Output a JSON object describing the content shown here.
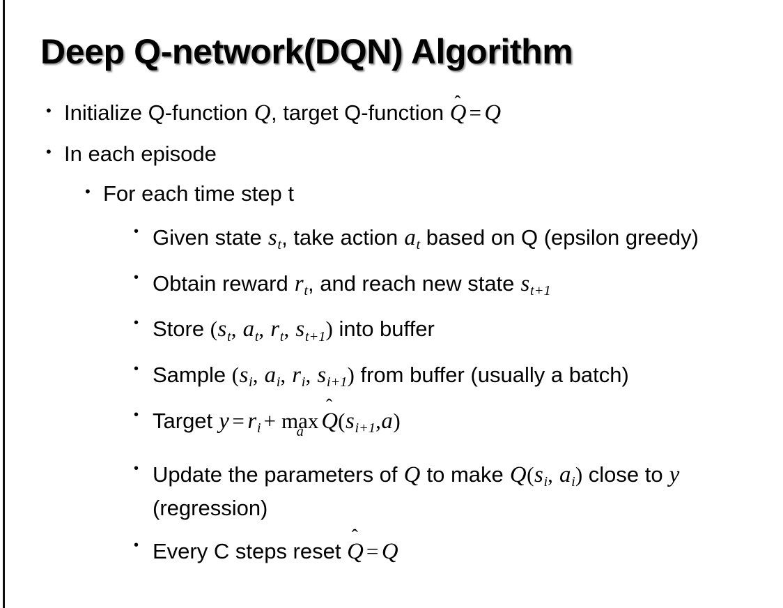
{
  "slide": {
    "title": "Deep Q-network(DQN) Algorithm",
    "background_color": "#ffffff",
    "text_color": "#000000",
    "edge_rule_color": "#0d0d0d"
  },
  "bullets": {
    "b1": {
      "level": 1,
      "marker": "•",
      "plain_text": "Initialize Q-function Q, target Q-function Q̂ = Q",
      "parts": {
        "p1": "Initialize Q-function ",
        "var_q1": "Q",
        "p2": ", target Q-function ",
        "hat_q": "Q",
        "hat_mark": "ˆ",
        "eq": "=",
        "var_q2": "Q"
      }
    },
    "b2": {
      "level": 1,
      "marker": "•",
      "plain_text": "In each episode"
    },
    "b3": {
      "level": 2,
      "marker": "•",
      "plain_text": "For each time step t"
    },
    "b4": {
      "level": 3,
      "marker": "•",
      "plain_text": "Given state s_t, take action a_t based on Q (epsilon greedy)",
      "parts": {
        "p1": "Given state ",
        "var_s": "s",
        "sub_t1": "t",
        "p2": ", take action ",
        "var_a": "a",
        "sub_t2": "t",
        "p3": " based on Q (epsilon greedy)"
      }
    },
    "b5": {
      "level": 3,
      "marker": "•",
      "plain_text": "Obtain reward r_t, and reach new state s_{t+1}",
      "parts": {
        "p1": "Obtain reward ",
        "var_r": "r",
        "sub_t": "t",
        "p2": ", and reach new state ",
        "var_s": "s",
        "sub_t1": "t+1"
      }
    },
    "b6": {
      "level": 3,
      "marker": "•",
      "plain_text": "Store (s_t, a_t, r_t, s_{t+1}) into buffer",
      "parts": {
        "p1": "Store ",
        "paren_open": "(",
        "var_s1": "s",
        "sub_1": "t",
        "comma1": ",",
        "var_a": "a",
        "sub_2": "t",
        "comma2": ",",
        "var_r": "r",
        "sub_3": "t",
        "comma3": ",",
        "var_s2": "s",
        "sub_4": "t+1",
        "paren_close": ")",
        "p2": " into buffer"
      }
    },
    "b7": {
      "level": 3,
      "marker": "•",
      "plain_text": "Sample (s_i, a_i, r_i, s_{i+1}) from buffer (usually a batch)",
      "parts": {
        "p1": "Sample ",
        "paren_open": "(",
        "var_s1": "s",
        "sub_1": "i",
        "comma1": ",",
        "var_a": "a",
        "sub_2": "i",
        "comma2": ",",
        "var_r": "r",
        "sub_3": "i",
        "comma3": ",",
        "var_s2": "s",
        "sub_4": "i+1",
        "paren_close": ")",
        "p2": " from buffer (usually a batch)"
      }
    },
    "b8": {
      "level": 3,
      "marker": "•",
      "plain_text": "Target y = r_i + max_a Q̂(s_{i+1}, a)",
      "parts": {
        "p1": "Target ",
        "var_y": "y",
        "eq": "=",
        "var_r": "r",
        "sub_i": "i",
        "plus": "+",
        "max_op": "max",
        "max_under": "a",
        "hat_q": "Q",
        "hat_mark": "ˆ",
        "paren_open": "(",
        "var_s": "s",
        "sub_i1": "i+1",
        "comma": ",",
        "var_a": "a",
        "paren_close": ")"
      }
    },
    "b9": {
      "level": 3,
      "marker": "•",
      "plain_text": "Update the parameters of Q to make Q(s_i, a_i) close to y (regression)",
      "parts": {
        "p1": "Update the parameters of ",
        "var_q1": "Q",
        "p2": " to make ",
        "var_q2": "Q",
        "paren_open": "(",
        "var_s": "s",
        "sub_1": "i",
        "comma": ",",
        "var_a": "a",
        "sub_2": "i",
        "paren_close": ")",
        "p3": " close to ",
        "var_y": "y",
        "p4": " (regression)"
      }
    },
    "b10": {
      "level": 3,
      "marker": "•",
      "plain_text": "Every C steps reset Q̂ = Q",
      "parts": {
        "p1": "Every C steps reset ",
        "hat_q": "Q",
        "hat_mark": "ˆ",
        "eq": "=",
        "var_q": "Q"
      }
    }
  }
}
